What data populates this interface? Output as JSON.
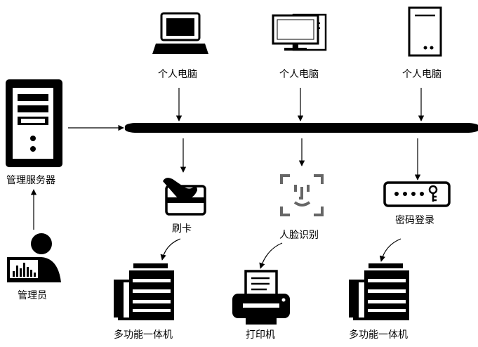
{
  "diagram": {
    "server": {
      "label": "管理服务器",
      "icon": "server-tower-icon"
    },
    "admin": {
      "label": "管理员",
      "icon": "admin-user-icon"
    },
    "pcs": [
      {
        "label": "个人电脑",
        "icon": "laptop-icon"
      },
      {
        "label": "个人电脑",
        "icon": "desktop-computer-icon"
      },
      {
        "label": "个人电脑",
        "icon": "pc-tower-icon"
      }
    ],
    "auth": [
      {
        "label": "刷卡",
        "icon": "card-swipe-icon"
      },
      {
        "label": "人脸识别",
        "icon": "face-recognition-icon"
      },
      {
        "label": "密码登录",
        "icon": "password-keypad-icon"
      }
    ],
    "devices": [
      {
        "label": "多功能一体机",
        "icon": "multifunction-printer-icon"
      },
      {
        "label": "打印机",
        "icon": "printer-icon"
      },
      {
        "label": "多功能一体机",
        "icon": "multifunction-printer-icon"
      }
    ],
    "colors": {
      "line": "#000000",
      "face_icon": "#666666",
      "background": "#ffffff"
    }
  }
}
